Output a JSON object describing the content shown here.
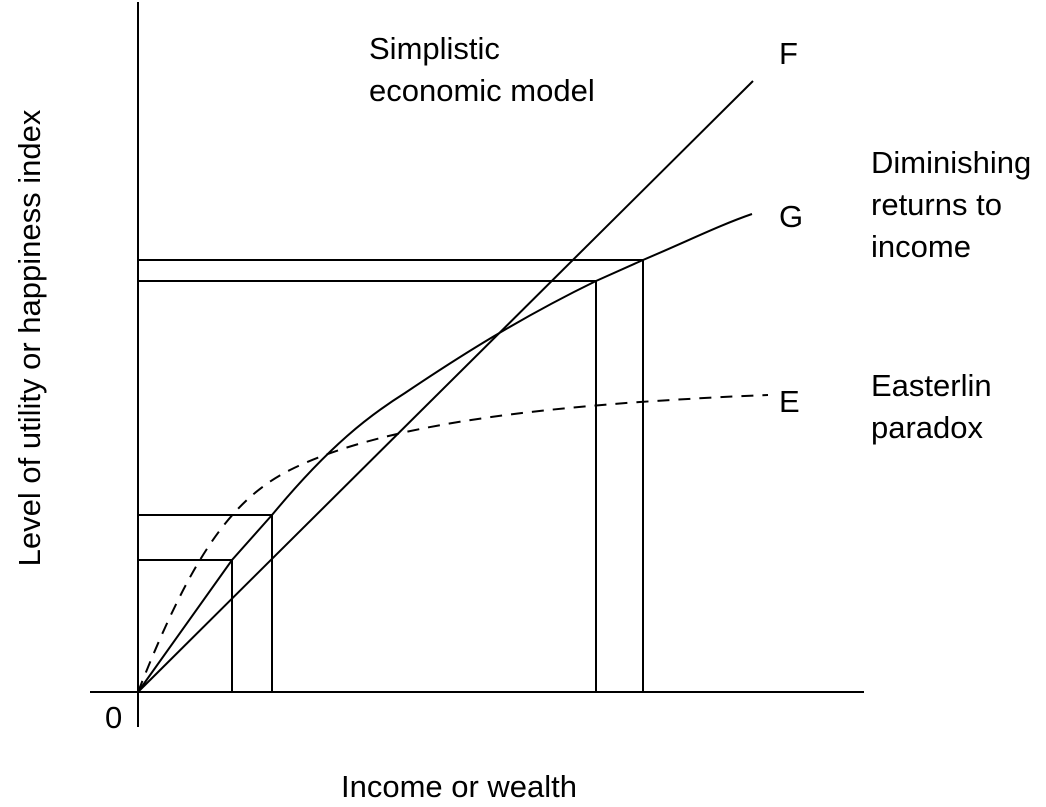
{
  "axes": {
    "y_label": "Level of utility or happiness index",
    "x_label": "Income or wealth",
    "origin_label": "0"
  },
  "curves": [
    {
      "id": "F",
      "label": "F",
      "description_lines": [
        "Simplistic",
        "economic model"
      ],
      "style": "solid"
    },
    {
      "id": "G",
      "label": "G",
      "description_lines": [
        "Diminishing",
        "returns to",
        "income"
      ],
      "style": "solid"
    },
    {
      "id": "E",
      "label": "E",
      "description_lines": [
        "Easterlin",
        "paradox"
      ],
      "style": "dashed"
    }
  ],
  "colors": {
    "line": "#000000",
    "background": "#ffffff"
  }
}
